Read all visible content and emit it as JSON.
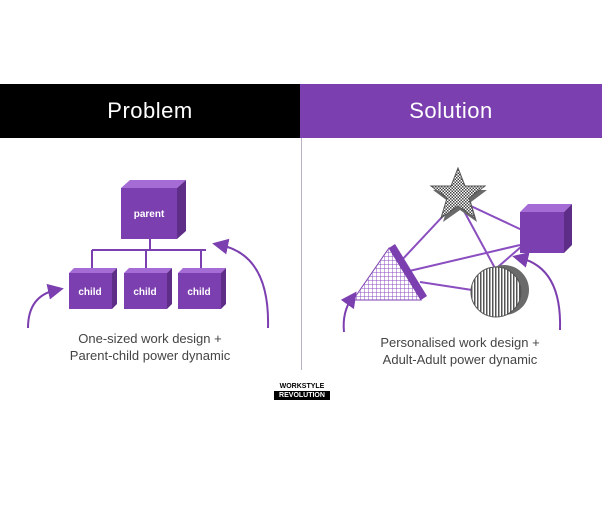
{
  "problem": {
    "title": "Problem",
    "parent_label": "parent",
    "child_labels": [
      "child",
      "child",
      "child"
    ],
    "caption_line1": "One-sized work design +",
    "caption_line2": "Parent-child power dynamic"
  },
  "solution": {
    "title": "Solution",
    "caption_line1": "Personalised work design +",
    "caption_line2": "Adult-Adult power dynamic",
    "shapes": [
      "star-icon",
      "cube-icon",
      "triangle-icon",
      "circle-icon"
    ]
  },
  "logo": {
    "line1": "WORKSTYLE",
    "line2": "REVOLUTION"
  },
  "colors": {
    "purple": "#7c3fb0",
    "purple_light": "#a56cd6",
    "purple_dark": "#5e2d88",
    "black": "#000000"
  }
}
